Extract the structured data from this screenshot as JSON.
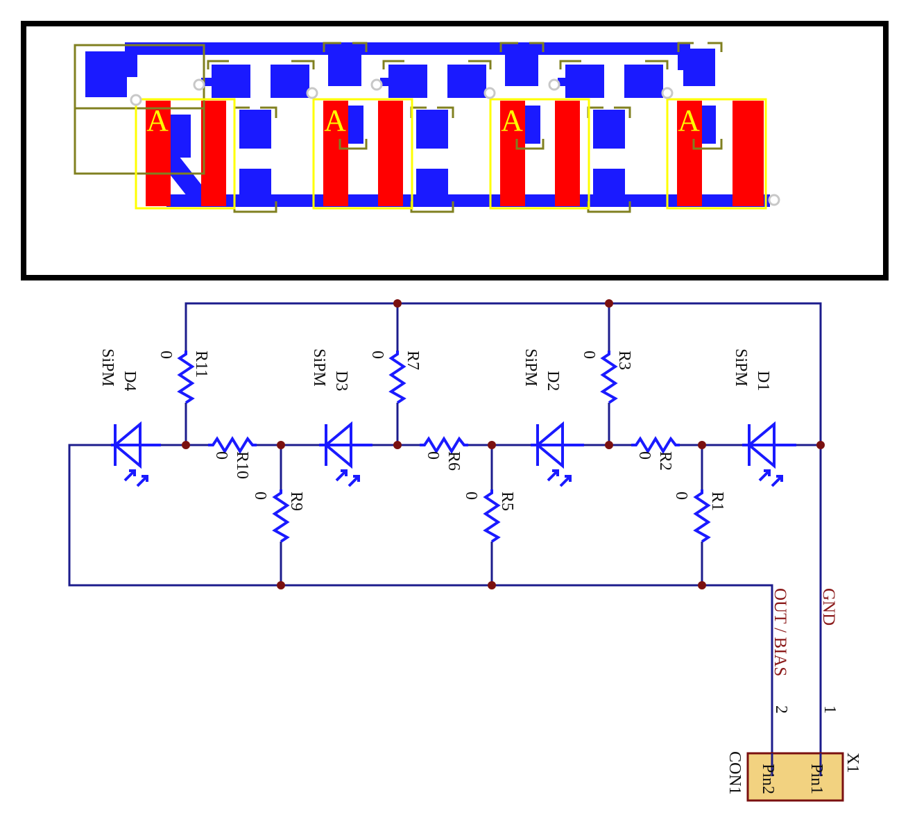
{
  "colors": {
    "pcb_frame": "#000000",
    "pcb_top_copper": "#1a1aff",
    "pcb_bottom_copper": "#ff0000",
    "pcb_silkscreen": "#ffff00",
    "pcb_courtyard": "#808020",
    "pcb_via": "#c8c8c8",
    "wire": "#1c1c8c",
    "component": "#1a1aff",
    "junction": "#7a1010",
    "net_label": "#8b1a1a",
    "connector_body": "#f2d280"
  },
  "pcb": {
    "diode_marker": "A",
    "diode_marker_count": 4
  },
  "schematic": {
    "diodes": [
      {
        "ref": "D4",
        "value": "SiPM"
      },
      {
        "ref": "D3",
        "value": "SiPM"
      },
      {
        "ref": "D2",
        "value": "SiPM"
      },
      {
        "ref": "D1",
        "value": "SiPM"
      }
    ],
    "resistors": [
      {
        "ref": "R11",
        "value": "0"
      },
      {
        "ref": "R7",
        "value": "0"
      },
      {
        "ref": "R3",
        "value": "0"
      },
      {
        "ref": "R10",
        "value": "0"
      },
      {
        "ref": "R6",
        "value": "0"
      },
      {
        "ref": "R2",
        "value": "0"
      },
      {
        "ref": "R9",
        "value": "0"
      },
      {
        "ref": "R5",
        "value": "0"
      },
      {
        "ref": "R1",
        "value": "0"
      }
    ],
    "nets": {
      "gnd": "GND",
      "out_bias": "OUT / BIAS"
    },
    "connector": {
      "ref": "X1",
      "value": "CON1",
      "pin1_label": "Pin1",
      "pin2_label": "Pin2",
      "pin1_number": "1",
      "pin2_number": "2"
    }
  }
}
